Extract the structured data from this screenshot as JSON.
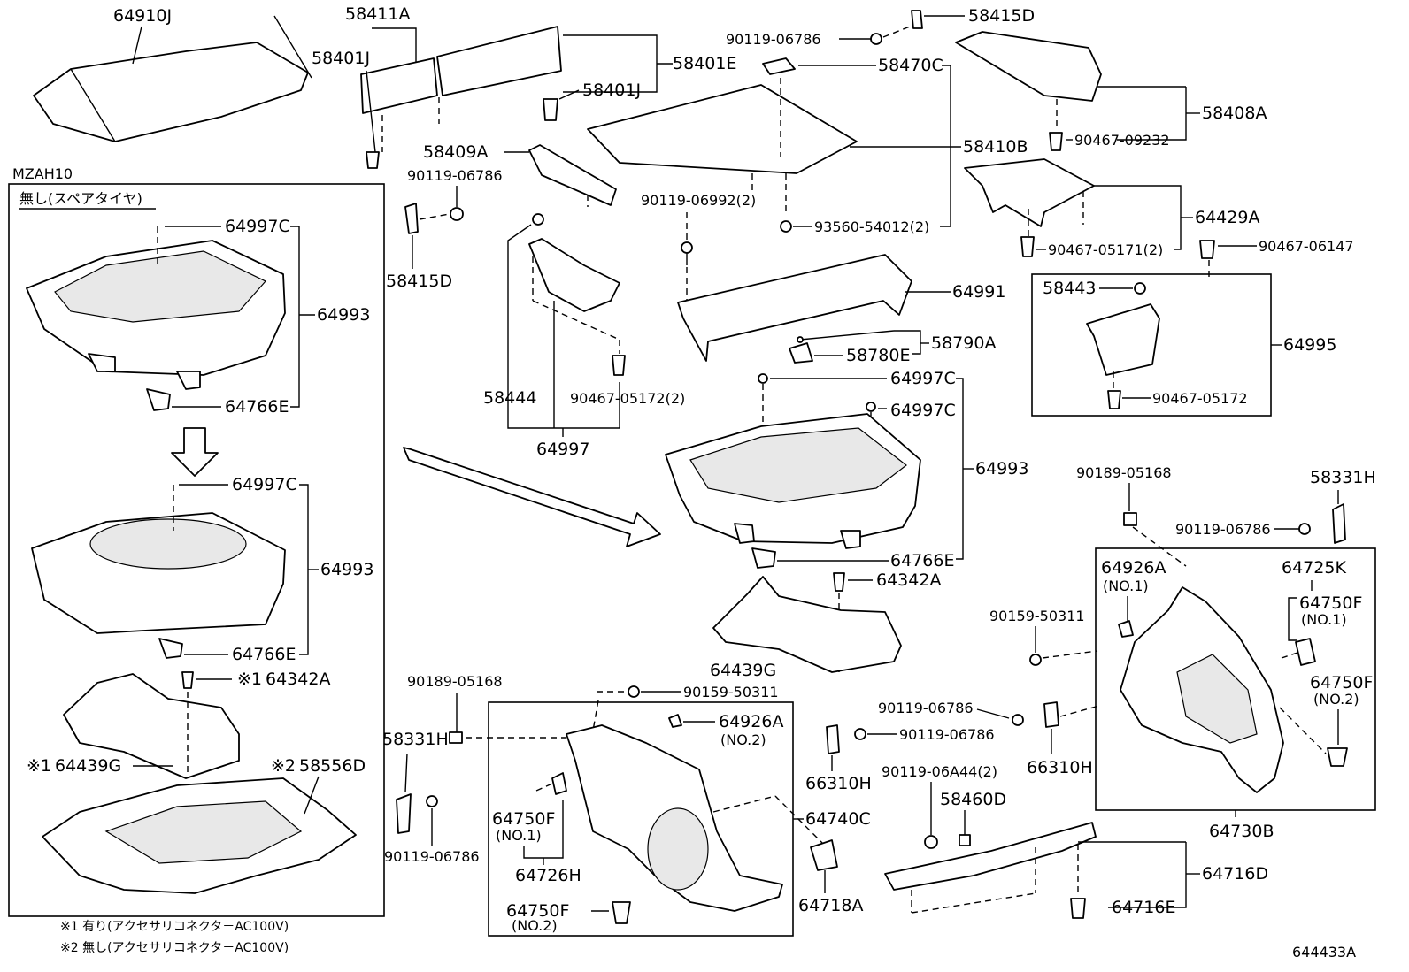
{
  "diagram_id": "644433A",
  "variant": {
    "model": "MZAH10",
    "title": "無し(スペアタイヤ)"
  },
  "footnotes": [
    "※1 有り(アクセサリコネクタ－AC100V)",
    "※2 無し(アクセサリコネクタ－AC100V)"
  ],
  "parts": {
    "p64910J": "64910J",
    "p58411A": "58411A",
    "p58401J_a": "58401J",
    "p58401J_b": "58401J",
    "p58401E": "58401E",
    "p58415D_a": "58415D",
    "p58415D_b": "58415D",
    "p58470C": "58470C",
    "p58408A": "58408A",
    "p58410B": "58410B",
    "p58409A": "58409A",
    "p64429A": "64429A",
    "p64991": "64991",
    "p58790A": "58790A",
    "p58780E": "58780E",
    "p64995": "64995",
    "p58443": "58443",
    "p58444": "58444",
    "p64997": "64997",
    "p64997C_1": "64997C",
    "p64997C_2": "64997C",
    "p64997C_3": "64997C",
    "p64997C_4": "64997C",
    "p64993_1": "64993",
    "p64993_2": "64993",
    "p64993_3": "64993",
    "p64766E_1": "64766E",
    "p64766E_2": "64766E",
    "p64766E_3": "64766E",
    "p64342A_1": "64342A",
    "p64342A_2": "64342A",
    "p64439G_1": "64439G",
    "p64439G_2": "64439G",
    "p58556D": "58556D",
    "p58331H_1": "58331H",
    "p58331H_2": "58331H",
    "p64926A_1": "64926A",
    "p64926A_2": "64926A",
    "p64725K": "64725K",
    "p64750F_1": "64750F",
    "p64750F_2": "64750F",
    "p64750F_3": "64750F",
    "p64750F_4": "64750F",
    "p64730B": "64730B",
    "p66310H_1": "66310H",
    "p66310H_2": "66310H",
    "p58460D": "58460D",
    "p64716D": "64716D",
    "p64716E": "64716E",
    "p64740C": "64740C",
    "p64718A": "64718A",
    "p64726H": "64726H"
  },
  "fasteners": {
    "f90119_06786_a": "90119-06786",
    "f90119_06786_b": "90119-06786",
    "f90119_06786_c": "90119-06786",
    "f90119_06786_d": "90119-06786",
    "f90119_06786_e": "90119-06786",
    "f90119_06786_f": "90119-06786",
    "f90467_09232": "90467-09232",
    "f90119_06992": "90119-06992(2)",
    "f93560_54012": "93560-54012(2)",
    "f90467_05171": "90467-05171(2)",
    "f90467_06147": "90467-06147",
    "f90467_05172_a": "90467-05172(2)",
    "f90467_05172_b": "90467-05172",
    "f90189_05168_a": "90189-05168",
    "f90189_05168_b": "90189-05168",
    "f90159_50311_a": "90159-50311",
    "f90159_50311_b": "90159-50311",
    "f90119_06A44": "90119-06A44(2)"
  },
  "qualifiers": {
    "no1_a": "(NO.1)",
    "no1_b": "(NO.1)",
    "no1_c": "(NO.1)",
    "no2_a": "(NO.2)",
    "no2_b": "(NO.2)",
    "no2_c": "(NO.2)",
    "mark1_a": "※1",
    "mark1_b": "※1",
    "mark2": "※2"
  }
}
